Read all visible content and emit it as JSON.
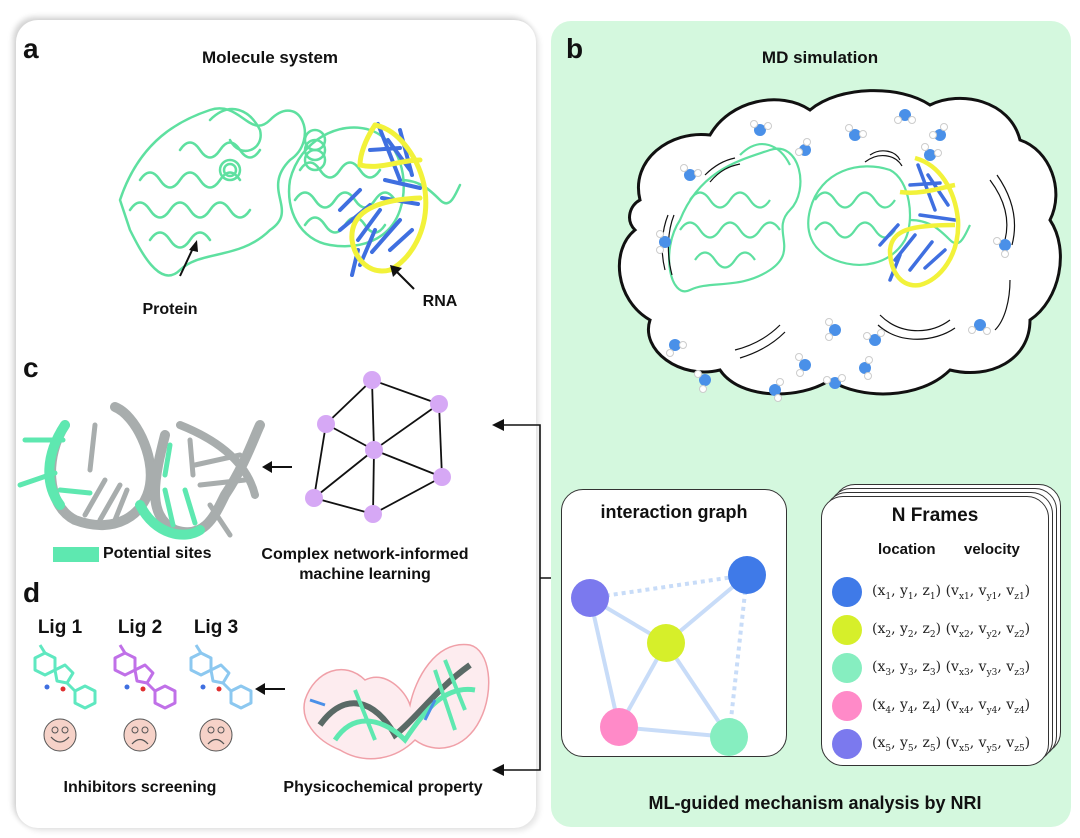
{
  "panels": {
    "a": {
      "label": "a",
      "title": "Molecule system",
      "annotations": [
        "Protein",
        "RNA"
      ]
    },
    "b": {
      "label": "b",
      "title": "MD simulation",
      "footer": "ML-guided mechanism analysis by NRI",
      "interaction_graph": {
        "title": "interaction graph",
        "nodes": [
          {
            "id": 1,
            "color": "#3f7ae8"
          },
          {
            "id": 2,
            "color": "#d6ef2a"
          },
          {
            "id": 3,
            "color": "#86eec0"
          },
          {
            "id": 4,
            "color": "#ff8ac8"
          },
          {
            "id": 5,
            "color": "#7b79ee"
          }
        ],
        "edges": [
          {
            "from": 5,
            "to": 1,
            "style": "dotted"
          },
          {
            "from": 1,
            "to": 3,
            "style": "dotted"
          },
          {
            "from": 5,
            "to": 2,
            "style": "solid"
          },
          {
            "from": 1,
            "to": 2,
            "style": "solid"
          },
          {
            "from": 5,
            "to": 4,
            "style": "solid"
          },
          {
            "from": 2,
            "to": 4,
            "style": "solid"
          },
          {
            "from": 2,
            "to": 3,
            "style": "solid"
          },
          {
            "from": 4,
            "to": 3,
            "style": "solid"
          }
        ]
      },
      "frames": {
        "title": "N Frames",
        "col_location": "location",
        "col_velocity": "velocity",
        "rows": [
          {
            "color": "#3f7ae8",
            "i": "1",
            "vi": "x1",
            "vj": "y1",
            "vk": "z1"
          },
          {
            "color": "#d6ef2a",
            "i": "2",
            "vi": "x2",
            "vj": "y2",
            "vk": "z2"
          },
          {
            "color": "#86eec0",
            "i": "3",
            "vi": "x3",
            "vj": "y3",
            "vk": "z3"
          },
          {
            "color": "#ff8ac8",
            "i": "4",
            "vi": "x4",
            "vj": "y4",
            "vk": "z4"
          },
          {
            "color": "#7b79ee",
            "i": "5",
            "vi": "x5",
            "vj": "y5",
            "vk": "z5"
          }
        ]
      }
    },
    "c": {
      "label": "c",
      "legend": "Potential sites",
      "caption_line1": "Complex network-informed",
      "caption_line2": "machine learning"
    },
    "d": {
      "label": "d",
      "ligands": [
        {
          "name": "Lig 1",
          "mood": "happy",
          "color": "#5fe8c0"
        },
        {
          "name": "Lig 2",
          "mood": "sad",
          "color": "#c070e8"
        },
        {
          "name": "Lig 3",
          "mood": "sad",
          "color": "#8cc8f0"
        }
      ],
      "caption_left": "Inhibitors screening",
      "caption_right": "Physicochemical property"
    }
  },
  "colors": {
    "protein": "#5ee0a0",
    "rna_backbone": "#f2f23a",
    "rna_bases": "#3f6fe0",
    "water": "#4a90e8",
    "panel_b_bg": "#d4f8de",
    "network_node": "#d6a8f5",
    "face": "#f6d2c8"
  }
}
